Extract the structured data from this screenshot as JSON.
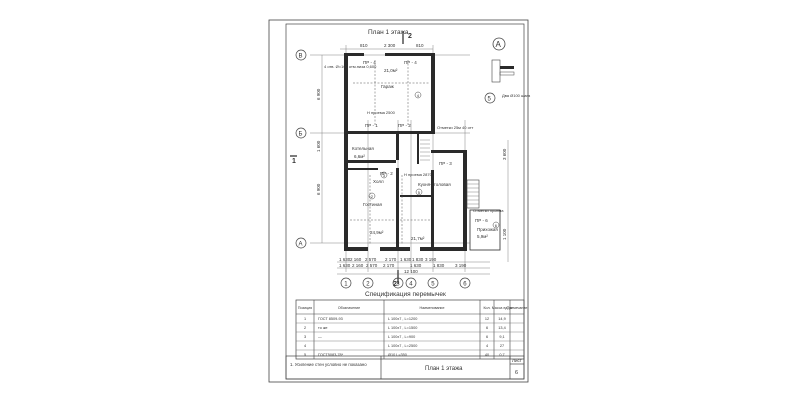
{
  "sheet": {
    "plan_title": "План 1 этажа",
    "stamp_title": "План 1 этажа",
    "sheet_label": "Лист",
    "sheet_number": "6",
    "note": "1. Усиление стен условно не показано"
  },
  "section_marks": {
    "top": "2",
    "bottom": "2",
    "left": "1"
  },
  "axes": {
    "letters": [
      "В",
      "Б",
      "А"
    ],
    "numbers": [
      "1",
      "2",
      "3",
      "4",
      "5",
      "6"
    ]
  },
  "dimensions": {
    "bottom_row1": [
      "1 630",
      "2 160",
      "2 570",
      "2 170",
      "1 630",
      "1 830",
      "3 190"
    ],
    "bottom_row2": [
      "1 630",
      "2 160",
      "2 570",
      "2 170",
      "1 630",
      "1 830",
      "3 190"
    ],
    "overall": "12 100",
    "left": [
      "6 900",
      "1 600",
      "6 900"
    ],
    "right": [
      "3 600",
      "1 100"
    ],
    "top": [
      "810",
      "2 300",
      "810"
    ]
  },
  "rooms": [
    {
      "name": "Гараж",
      "num": "4",
      "area": "21,0м²"
    },
    {
      "name": "Кухня-столовая",
      "num": "5",
      "area": "21,7м²"
    },
    {
      "name": "Гостиная",
      "num": "2",
      "area": "24,9м²"
    },
    {
      "name": "Холл",
      "num": "3",
      "area": ""
    },
    {
      "name": "Прихожая",
      "num": "6",
      "area": "5,9м²"
    },
    {
      "name": "Котельная",
      "num": "",
      "area": "6,6м²"
    }
  ],
  "lintels": [
    "ПР - 4",
    "ПР - 4",
    "ПР - 1",
    "ПР - 2",
    "ПР - 3",
    "ПР - 2",
    "ПР - 6"
  ],
  "notes": [
    "4 отв. Ø=100 отм.низа 0,600",
    "Н проема 2500",
    "Н проема 2870",
    "Отметки 25м 40 отт",
    "Отметки проема"
  ],
  "detail": {
    "mark": "А",
    "axis": "5",
    "label": "Два Ø100 шага"
  },
  "spec": {
    "title": "Спецификация перемычек",
    "headers": [
      "Позиция",
      "Обозначение",
      "Наименование",
      "Кол.",
      "Масса ед.,кг",
      "Примечание"
    ],
    "rows": [
      [
        "1",
        "ГОСТ 8509-93",
        "L 100x7 , L=1200",
        "12",
        "14,9",
        ""
      ],
      [
        "2",
        "то же",
        "L 100x7 , L=1500",
        "6",
        "13,4",
        ""
      ],
      [
        "3",
        "—",
        "L 100x7 , L=900",
        "6",
        "9,1",
        ""
      ],
      [
        "4",
        "",
        "L 100x7 , L=2500",
        "4",
        "27",
        ""
      ],
      [
        "5",
        "ГОСТ5083-78*",
        "Ø10 L=350",
        "40",
        "0,7",
        ""
      ]
    ]
  }
}
